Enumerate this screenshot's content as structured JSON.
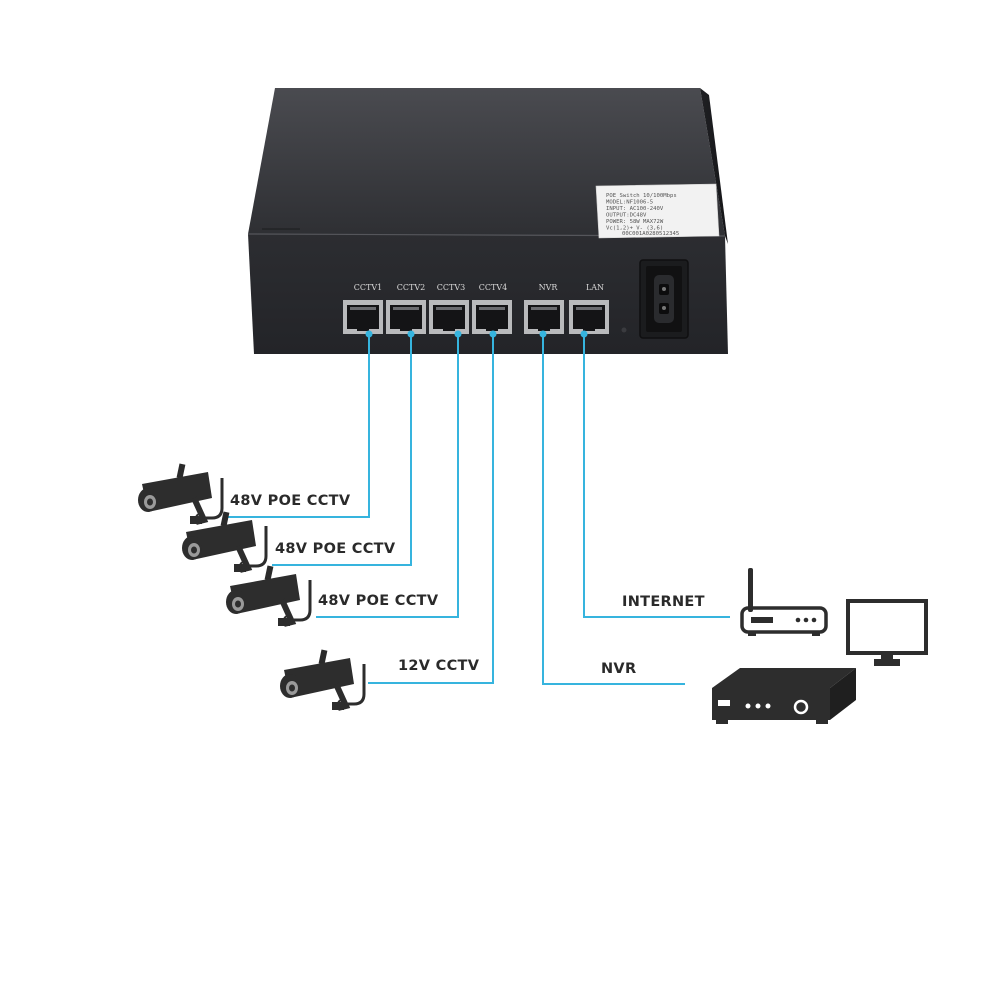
{
  "switch": {
    "sticker_lines": [
      "POE Switch 10/100Mbps",
      "MODEL:NF1006-5",
      "INPUT: AC100-240V",
      "OUTPUT:DC48V",
      "POWER: 58W MAX72W",
      "Vc(1,2)+ V- (3,6)",
      "00C001A0280512345"
    ],
    "ports": [
      "CCTV1",
      "CCTV2",
      "CCTV3",
      "CCTV4",
      "NVR",
      "LAN"
    ]
  },
  "connections": [
    {
      "label": "48V POE CCTV",
      "device": "camera-icon"
    },
    {
      "label": "48V POE CCTV",
      "device": "camera-icon"
    },
    {
      "label": "48V POE CCTV",
      "device": "camera-icon"
    },
    {
      "label": "12V CCTV",
      "device": "camera-icon"
    },
    {
      "label": "NVR",
      "device": "nvr-recorder-icon"
    },
    {
      "label": "INTERNET",
      "device": "router-icon"
    }
  ],
  "monitor_icon": "monitor-icon",
  "colors": {
    "wire": "#36b4de",
    "switch_body": "#2c2d31",
    "label_text": "#2a2a2a"
  }
}
